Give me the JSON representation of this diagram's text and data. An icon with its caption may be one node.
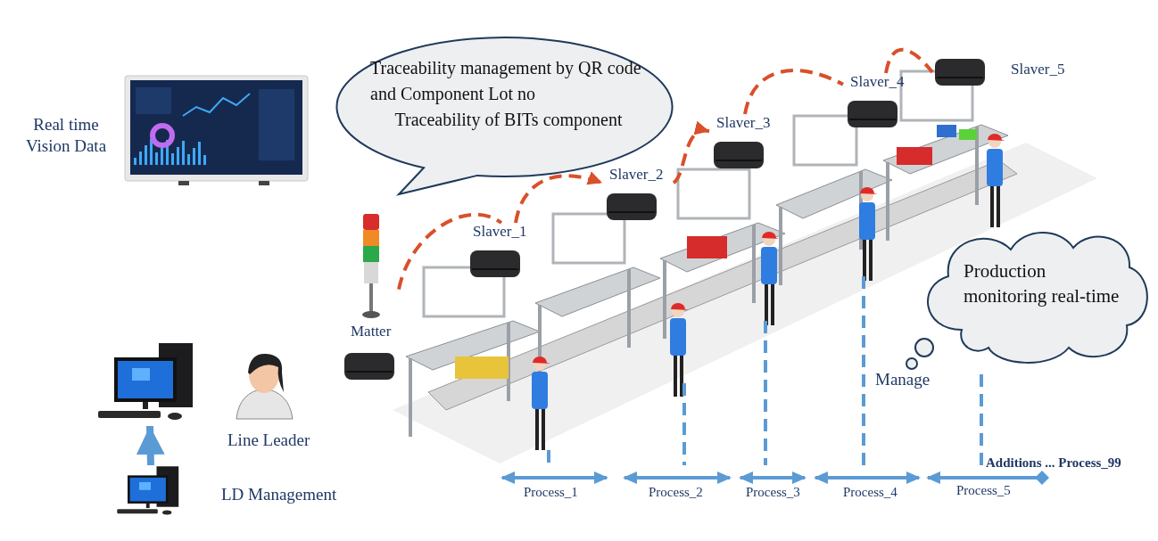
{
  "diagram": {
    "nodes": [
      {
        "text": [
          "Traceability management by QR code and Component Lot no",
          "Traceability of BITs component"
        ]
      },
      {
        "text": [
          "Matter"
        ]
      },
      {
        "text": [
          "Slaver_1"
        ]
      },
      {
        "text": [
          "Slaver_2"
        ]
      },
      {
        "text": [
          "Slaver_3"
        ]
      },
      {
        "text": [
          "Slaver_4"
        ]
      },
      {
        "text": [
          "Slaver_5"
        ]
      },
      {
        "text": [
          "Production monitoring real-time"
        ]
      },
      {
        "text": [],
        "shape": "picture"
      },
      {
        "text": [],
        "shape": "picture"
      }
    ],
    "edges": [
      {
        "from": 1,
        "to": 2,
        "arrow": "none",
        "style": "dashed"
      },
      {
        "from": 2,
        "to": 3,
        "arrow": "to",
        "style": "dashed"
      },
      {
        "from": 3,
        "to": 4,
        "arrow": "to",
        "style": "dashed"
      },
      {
        "from": 4,
        "to": 5,
        "arrow": "none",
        "style": "dashed"
      },
      {
        "from": 5,
        "to": 6,
        "arrow": "none",
        "style": "dashed"
      },
      {
        "from": 9,
        "to": 8,
        "arrow": "to",
        "style": "thick",
        "color": "#5b9bd5"
      }
    ],
    "labels": [
      "Real time Vision Data",
      "Manage",
      "Line Leader",
      "Additions ... Process_99",
      "LD Management",
      "Process_1",
      "Process_2",
      "Process_3",
      "Process_4",
      "Process_5"
    ]
  }
}
